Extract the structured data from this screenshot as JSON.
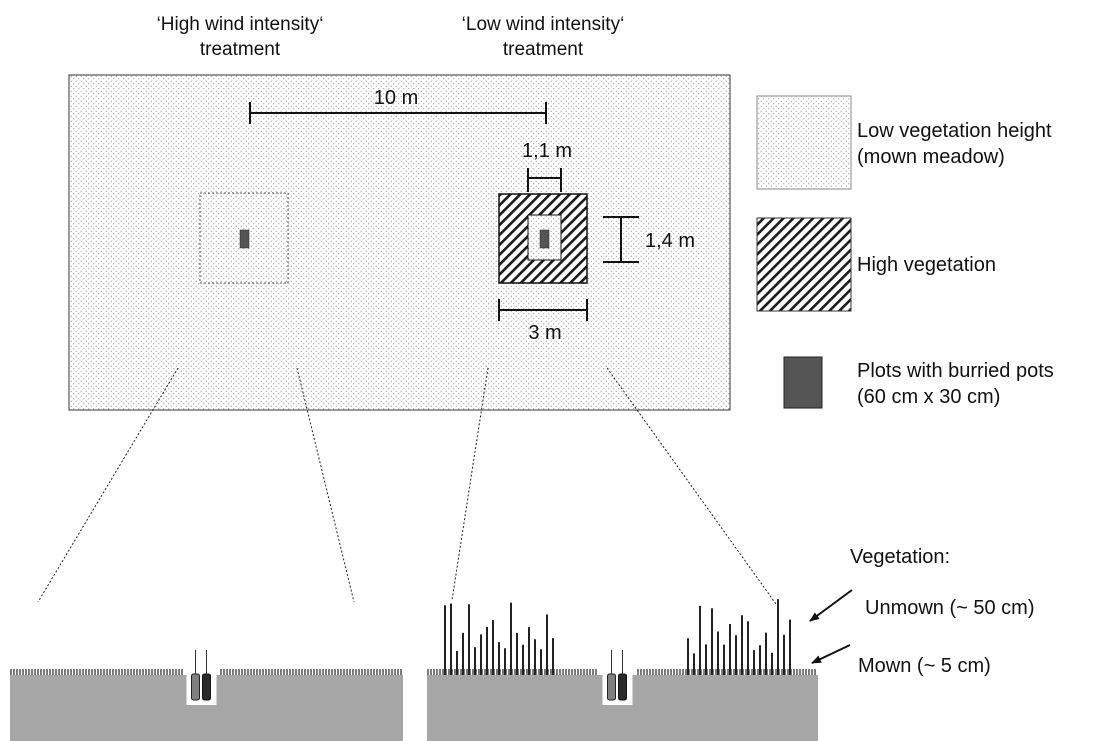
{
  "treatments": {
    "high": {
      "line1": "‘High wind intensity‘",
      "line2": "treatment"
    },
    "low": {
      "line1": "‘Low wind intensity‘",
      "line2": "treatment"
    }
  },
  "dimensions": {
    "distance": "10 m",
    "inner_width": "1,1 m",
    "inner_height": "1,4 m",
    "outer_width": "3 m"
  },
  "legend": {
    "low_vegetation": {
      "line1": "Low vegetation height",
      "line2": "(mown meadow)"
    },
    "high_vegetation": {
      "line1": "High vegetation"
    },
    "plots": {
      "line1": "Plots with burried pots",
      "line2": "(60 cm x 30 cm)"
    }
  },
  "vegetation": {
    "title": "Vegetation:",
    "unmown": "Unmown (~ 50 cm)",
    "mown": "Mown (~ 5 cm)"
  },
  "colors": {
    "ground": "#a6a6a6",
    "plot": "#555555",
    "pot_light": "#808080",
    "pot_dark": "#2b2b2b",
    "stroke": "#111111"
  }
}
